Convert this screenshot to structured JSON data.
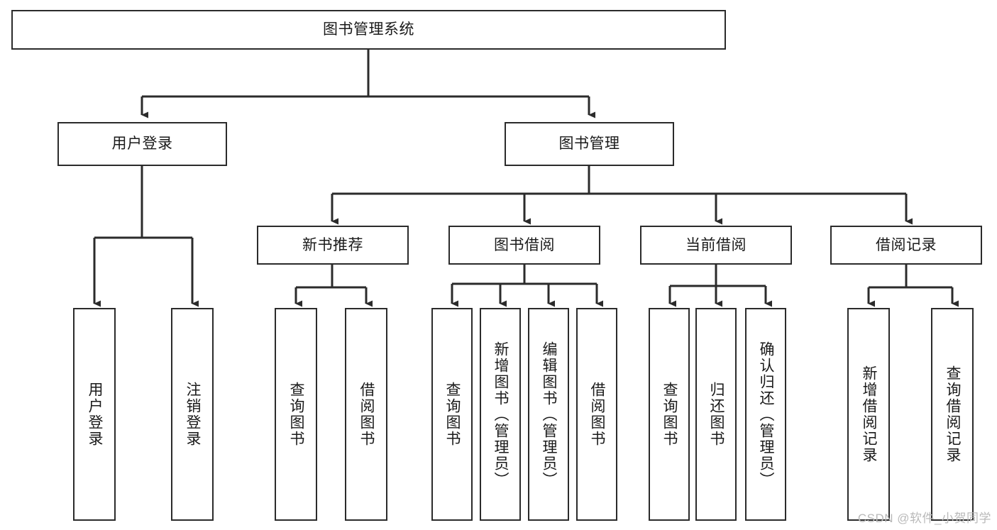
{
  "diagram": {
    "type": "tree-hierarchy",
    "title": "图书管理系统",
    "root": {
      "label": "图书管理系统"
    },
    "level1": [
      {
        "label": "用户登录"
      },
      {
        "label": "图书管理"
      }
    ],
    "level2": [
      {
        "label": "新书推荐",
        "parent": "图书管理"
      },
      {
        "label": "图书借阅",
        "parent": "图书管理"
      },
      {
        "label": "当前借阅",
        "parent": "图书管理"
      },
      {
        "label": "借阅记录",
        "parent": "图书管理"
      }
    ],
    "leaves": {
      "user_login": [
        {
          "label": "用户登录"
        },
        {
          "label": "注销登录"
        }
      ],
      "new_book_recommend": [
        {
          "label": "查询图书"
        },
        {
          "label": "借阅图书"
        }
      ],
      "book_borrow": [
        {
          "label": "查询图书"
        },
        {
          "label": "新增图书（管理员）"
        },
        {
          "label": "编辑图书（管理员）"
        },
        {
          "label": "借阅图书"
        }
      ],
      "current_borrow": [
        {
          "label": "查询图书"
        },
        {
          "label": "归还图书"
        },
        {
          "label": "确认归还（管理员）"
        }
      ],
      "borrow_record": [
        {
          "label": "新增借阅记录"
        },
        {
          "label": "查询借阅记录"
        }
      ]
    }
  },
  "watermark": {
    "text": "CSDN @软件_小贺同学"
  },
  "colors": {
    "stroke": "#2b2b2b",
    "background": "#ffffff",
    "text": "#1a1a1a",
    "watermark": "#b9b9b9"
  }
}
